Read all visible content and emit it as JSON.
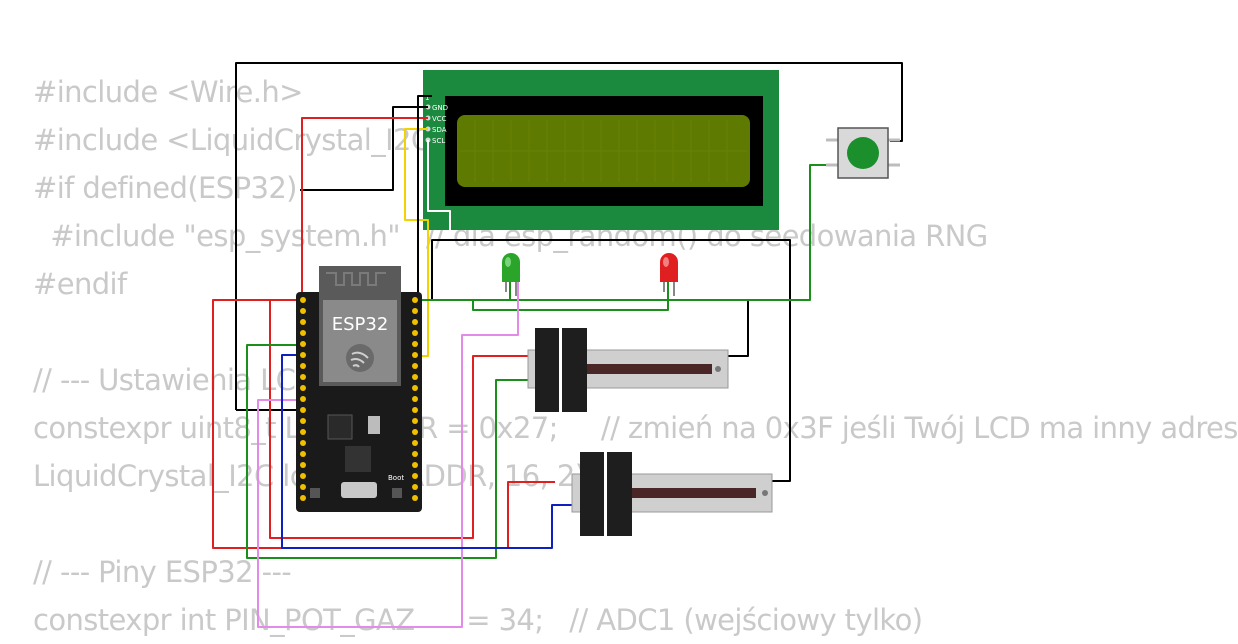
{
  "code_lines": [
    "#include <Wire.h>",
    "#include <LiquidCrystal_I2C.h>",
    "#if defined(ESP32)",
    "  #include \"esp_system.h\"   // dla esp_random() do seedowania RNG",
    "#endif",
    "",
    "// --- Ustawienia LCD ---",
    "constexpr uint8_t LCD_ADDR = 0x27;     // zmień na 0x3F jeśli Twój LCD ma inny adres",
    "LiquidCrystal_I2C lcd(LCD_ADDR, 16, 2);",
    "",
    "// --- Piny ESP32 ---",
    "constexpr int PIN_POT_GAZ      = 34;   // ADC1 (wejściowy tylko)"
  ],
  "lcd": {
    "pin_marker": "1",
    "pins": [
      "GND",
      "VCC",
      "SDA",
      "SCL"
    ],
    "colors": {
      "board": "#1c8a3e",
      "bezel": "#000000",
      "screen": "#5f7a00"
    }
  },
  "esp32": {
    "label": "ESP32",
    "boot_label": "Boot",
    "logo": "espressif-logo-icon",
    "board_color": "#1a1a1a"
  },
  "leds": [
    {
      "name": "green-led",
      "color": "#2aa52a"
    },
    {
      "name": "red-led",
      "color": "#e02020"
    }
  ],
  "button": {
    "name": "pushbutton",
    "color": "#1b8f2c"
  },
  "potentiometers": [
    {
      "name": "slide-potentiometer-1"
    },
    {
      "name": "slide-potentiometer-2"
    }
  ],
  "wire_colors": {
    "black": "#000000",
    "red": "#e02020",
    "green": "#1a8f1a",
    "yellow": "#f2d200",
    "pink": "#e38be8",
    "blue": "#1020c0",
    "white": "#ffffff"
  }
}
